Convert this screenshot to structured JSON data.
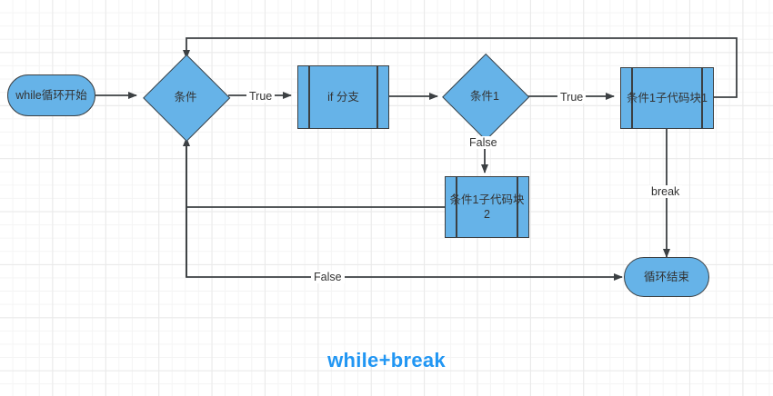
{
  "diagram": {
    "title": "while+break",
    "title_color": "#2196f3",
    "node_fill": "#66b3e8",
    "node_stroke": "#3c4043",
    "edge_color": "#3c4043",
    "nodes": [
      {
        "id": "start",
        "label": "while循环开始",
        "shape": "terminator"
      },
      {
        "id": "cond",
        "label": "条件",
        "shape": "decision"
      },
      {
        "id": "ifbr",
        "label": "if 分支",
        "shape": "subroutine"
      },
      {
        "id": "cond1",
        "label": "条件1",
        "shape": "decision"
      },
      {
        "id": "blk1",
        "label": "条件1子代码块1",
        "shape": "subroutine"
      },
      {
        "id": "blk2",
        "label": "条件1子代码块2",
        "shape": "subroutine"
      },
      {
        "id": "end",
        "label": "循环结束",
        "shape": "terminator"
      }
    ],
    "edge_labels": [
      {
        "id": "cond-true",
        "text": "True"
      },
      {
        "id": "cond1-true",
        "text": "True"
      },
      {
        "id": "cond1-false",
        "text": "False"
      },
      {
        "id": "break",
        "text": "break"
      },
      {
        "id": "cond-false",
        "text": "False"
      }
    ]
  }
}
